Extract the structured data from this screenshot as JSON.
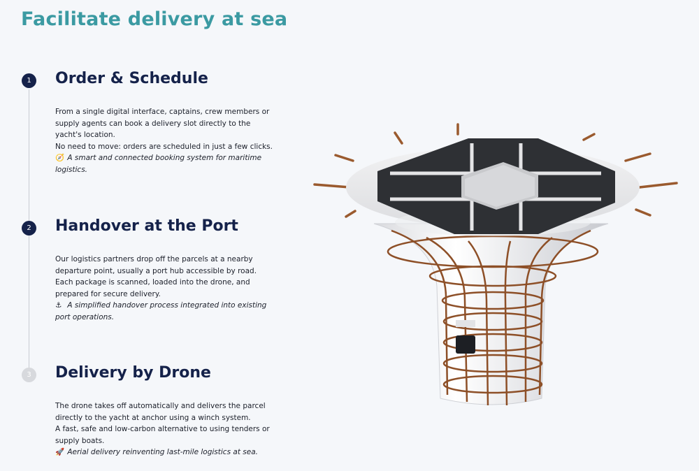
{
  "page": {
    "title": "Facilitate delivery at sea"
  },
  "steps": [
    {
      "number": "1",
      "title": "Order & Schedule",
      "lines": [
        "From a single digital interface, captains, crew members or supply agents can book a delivery slot directly to the yacht's location.",
        "No need to move: orders are scheduled in just a few clicks."
      ],
      "tagline_icon": "🧭",
      "tagline": "A smart and connected booking system for maritime logistics."
    },
    {
      "number": "2",
      "title": "Handover at the Port",
      "lines": [
        "Our logistics partners drop off the parcels at a nearby departure point, usually a port hub accessible by road.",
        "Each package is scanned, loaded into the drone, and prepared for secure delivery."
      ],
      "tagline_icon": "⚓",
      "tagline": "A simplified handover process integrated into existing port operations."
    },
    {
      "number": "3",
      "title": "Delivery by Drone",
      "lines": [
        "The drone takes off automatically and delivers the parcel directly to the yacht at anchor using a winch system.",
        "A fast, safe and low-carbon alternative to using tenders or supply boats."
      ],
      "tagline_icon": "🚀",
      "tagline": "Aerial delivery reinventing last-mile logistics at sea."
    }
  ],
  "colors": {
    "title": "#3b9aa2",
    "heading": "#15224a",
    "badge_active": "#15224a",
    "badge_inactive": "#d7d9dd",
    "copper": "#9a5a2e"
  }
}
